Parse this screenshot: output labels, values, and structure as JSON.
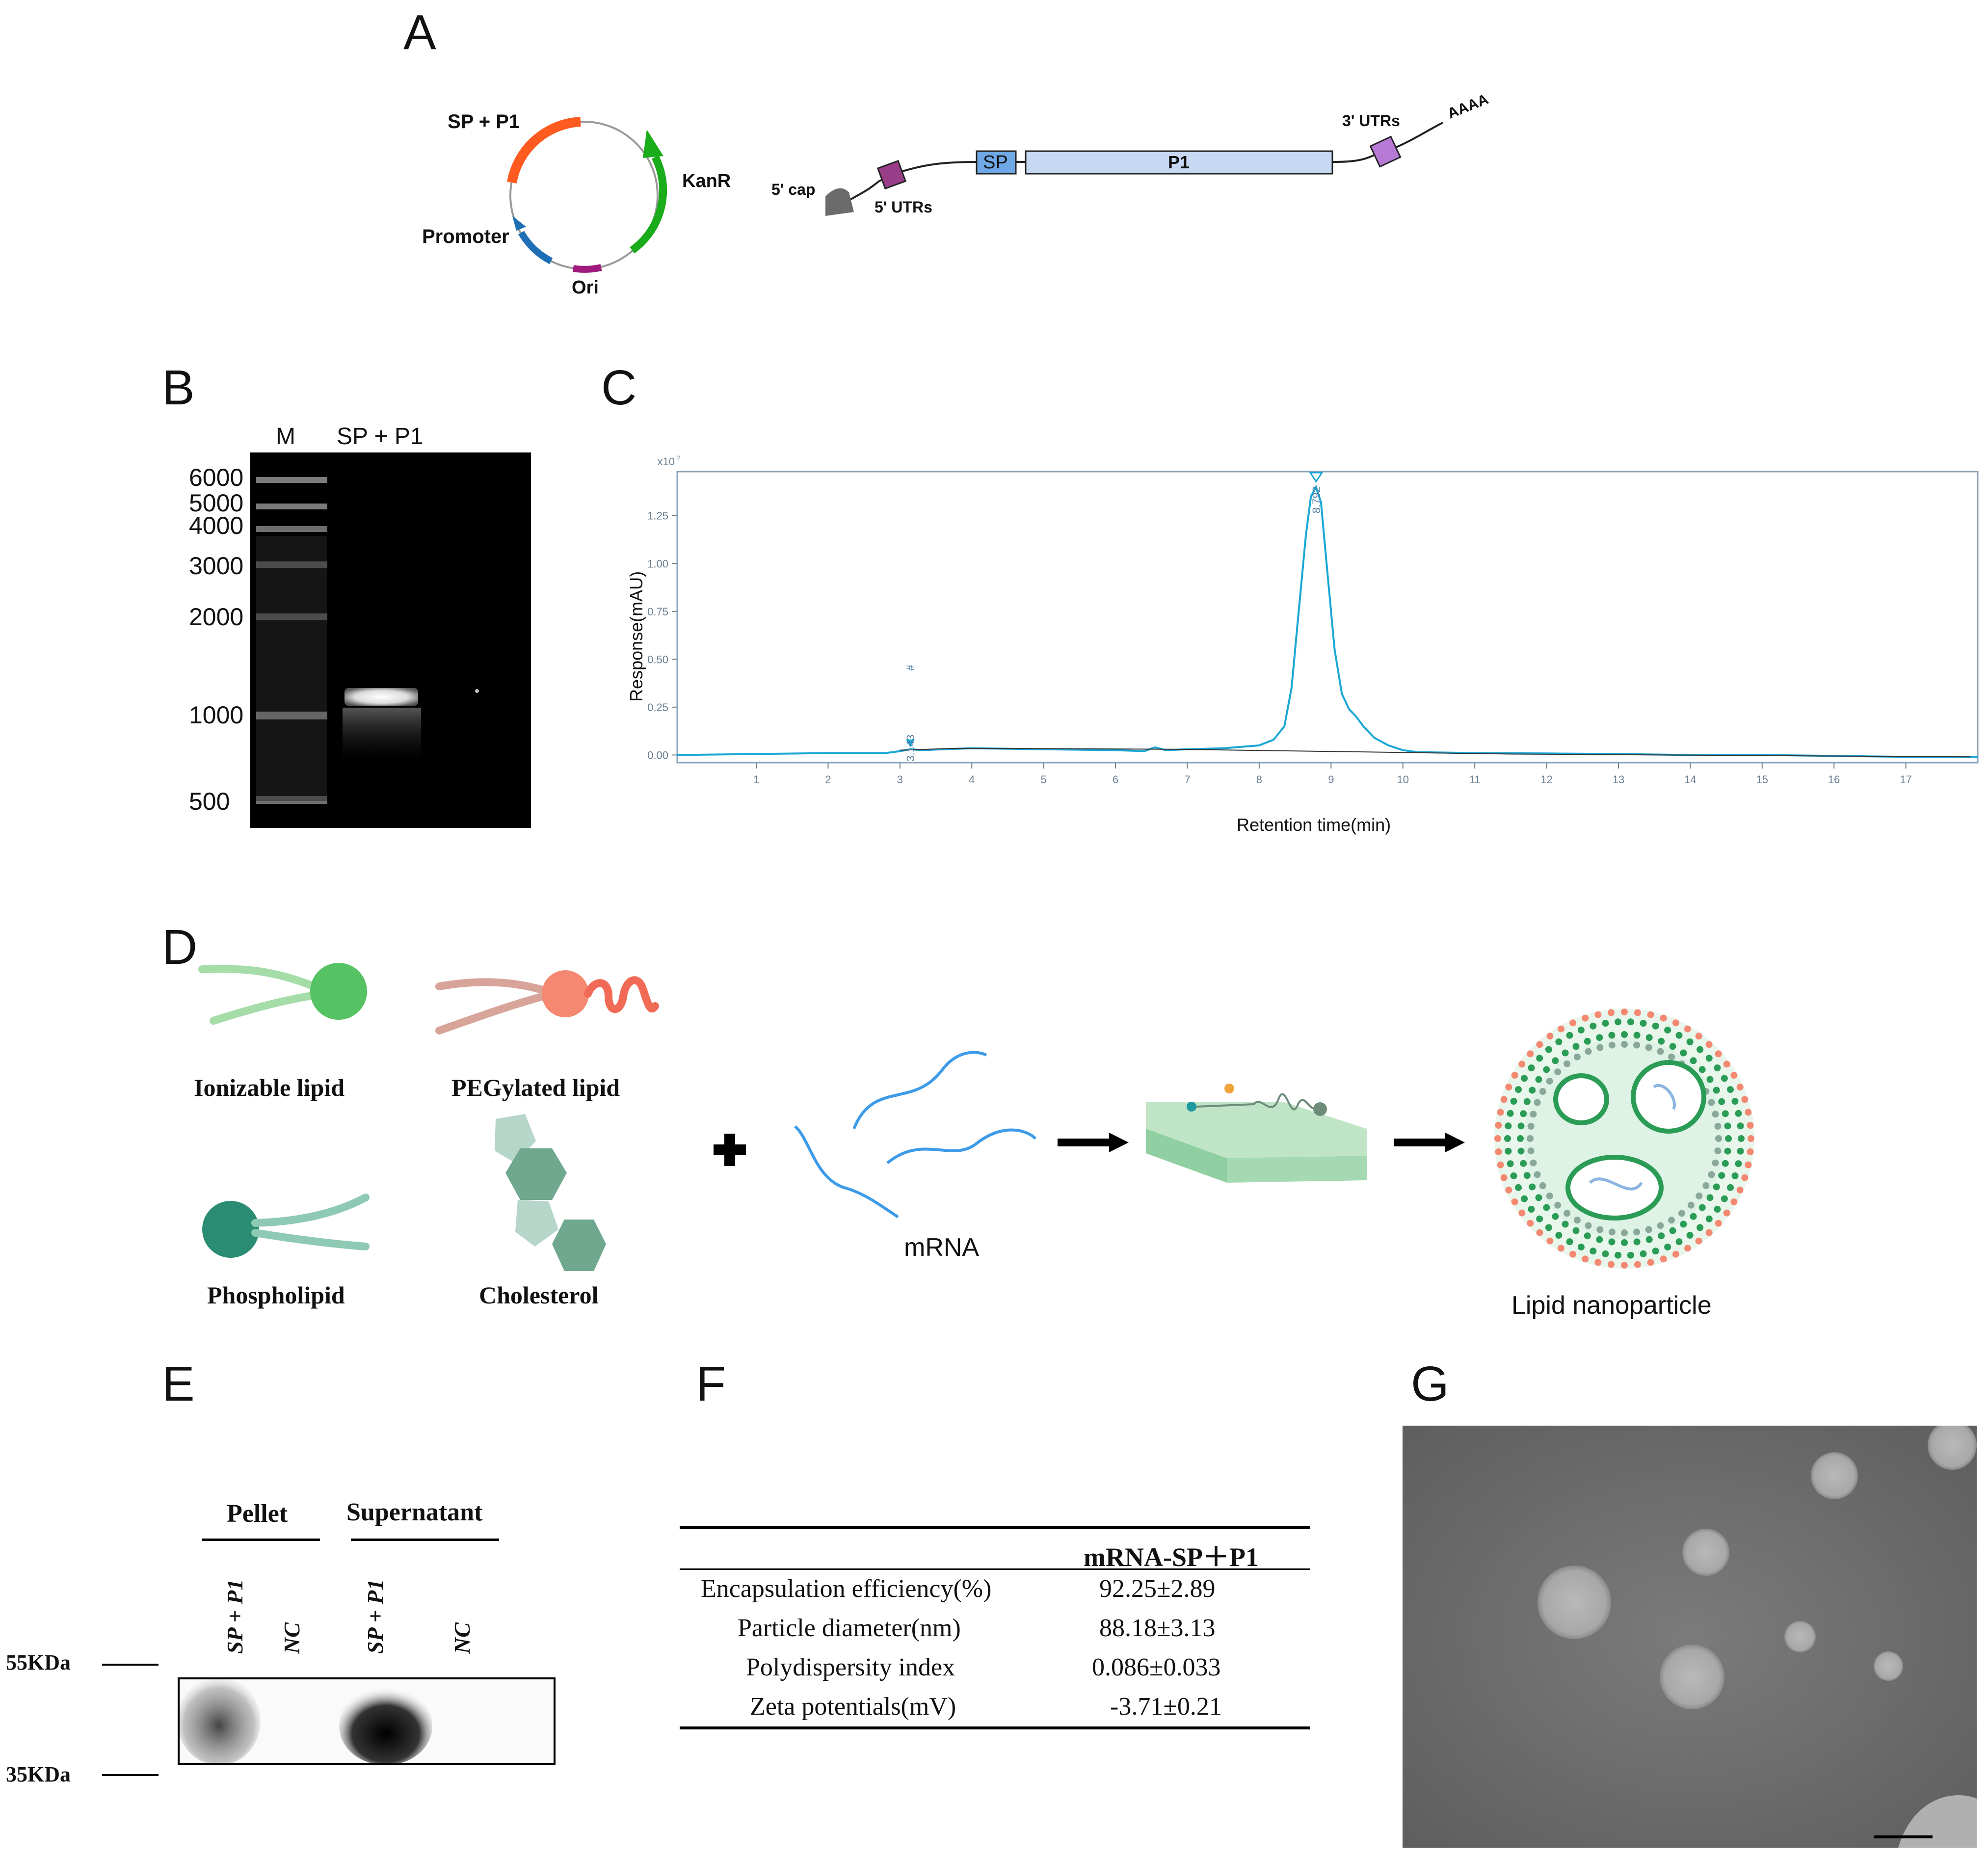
{
  "panels": {
    "a": "A",
    "b": "B",
    "c": "C",
    "d": "D",
    "e": "E",
    "f": "F",
    "g": "G"
  },
  "plasmid": {
    "labels": [
      "SP + P1",
      "KanR",
      "Promoter",
      "Ori"
    ],
    "colors": {
      "sp_p1": "#ff5a1f",
      "kanr": "#1aac1a",
      "promoter": "#1f6fb5",
      "ori": "#a01a7d",
      "backbone": "#9a9a9a"
    }
  },
  "mrna_construct": {
    "cap": "5' cap",
    "utr5": "5' UTRs",
    "sp": "SP",
    "p1": "P1",
    "utr3": "3' UTRs",
    "polya": "AAAA",
    "colors": {
      "cap": "#6b6b6b",
      "utr5": "#9a3d88",
      "sp": "#6fa8e6",
      "p1": "#c7d8f2",
      "utr3": "#b779d6"
    }
  },
  "gel": {
    "lane_labels": [
      "M",
      "SP + P1"
    ],
    "ladder": [
      "6000",
      "5000",
      "4000",
      "3000",
      "2000",
      "1000",
      "500"
    ]
  },
  "chromatogram": {
    "y_multiplier": "x10",
    "y_multiplier_exp": "2",
    "ylabel": "Response(mAU)",
    "xlabel": "Retention time(min)",
    "peak_main": "8.792",
    "peak_minor": "3.143",
    "peak_minor_marker": "#",
    "color": "#1ba7d6"
  },
  "chart_data": {
    "type": "line",
    "xlabel": "Retention time(min)",
    "ylabel": "Response(mAU)",
    "y_multiplier": "x10^2",
    "x_ticks": [
      "1",
      "2",
      "3",
      "4",
      "5",
      "6",
      "7",
      "8",
      "9",
      "10",
      "11",
      "12",
      "13",
      "14",
      "15",
      "16",
      "17"
    ],
    "y_ticks": [
      "0.00",
      "0.25",
      "0.50",
      "0.75",
      "1.00",
      "1.25"
    ],
    "xlim": [
      -0.1,
      18.0
    ],
    "ylim": [
      -0.04,
      1.48
    ],
    "peaks": [
      {
        "label": "3.143",
        "x": 3.143,
        "y": 0.03
      },
      {
        "label": "8.792",
        "x": 8.792,
        "y": 1.4
      }
    ],
    "series": [
      {
        "x": [
          -0.1,
          1.0,
          2.0,
          2.8,
          3.0,
          3.143,
          3.3,
          3.6,
          4.0,
          5.0,
          6.0,
          6.4,
          6.55,
          6.7,
          7.0,
          7.5,
          8.0,
          8.2,
          8.35,
          8.45,
          8.55,
          8.65,
          8.72,
          8.79,
          8.86,
          8.95,
          9.05,
          9.15,
          9.25,
          9.35,
          9.45,
          9.6,
          9.8,
          10.0,
          10.2,
          11.0,
          12.0,
          13.0,
          14.0,
          15.0,
          16.0,
          17.0,
          18.0
        ],
        "y": [
          0.0,
          0.005,
          0.01,
          0.01,
          0.02,
          0.03,
          0.025,
          0.03,
          0.035,
          0.03,
          0.025,
          0.02,
          0.04,
          0.025,
          0.03,
          0.035,
          0.05,
          0.08,
          0.15,
          0.35,
          0.75,
          1.15,
          1.35,
          1.4,
          1.32,
          0.95,
          0.55,
          0.32,
          0.24,
          0.2,
          0.15,
          0.09,
          0.05,
          0.025,
          0.015,
          0.01,
          0.008,
          0.005,
          0.0,
          0.0,
          -0.005,
          -0.01,
          -0.01
        ]
      }
    ]
  },
  "lnp": {
    "components": [
      "Ionizable lipid",
      "PEGylated lipid",
      "Phospholipid",
      "Cholesterol"
    ],
    "mrna": "mRNA",
    "product": "Lipid nanoparticle",
    "colors": {
      "ionizable": "#55c264",
      "peg": "#f58870",
      "phospholipid": "#2a8c72",
      "cholesterol": "#6fa88f",
      "mrna": "#3e9be8"
    }
  },
  "western": {
    "group_labels": [
      "Pellet",
      "Supernatant"
    ],
    "lane_labels": [
      "SP + P1",
      "NC",
      "SP + P1",
      "NC"
    ],
    "markers": [
      "55KDa",
      "35KDa"
    ]
  },
  "table": {
    "header": [
      "",
      "mRNA-SP＋P1"
    ],
    "rows": [
      [
        "Encapsulation efficiency(%)",
        "92.25±2.89"
      ],
      [
        "Particle diameter(nm)",
        "88.18±3.13"
      ],
      [
        "Polydispersity index",
        "0.086±0.033"
      ],
      [
        "Zeta potentials(mV)",
        "-3.71±0.21"
      ]
    ]
  }
}
